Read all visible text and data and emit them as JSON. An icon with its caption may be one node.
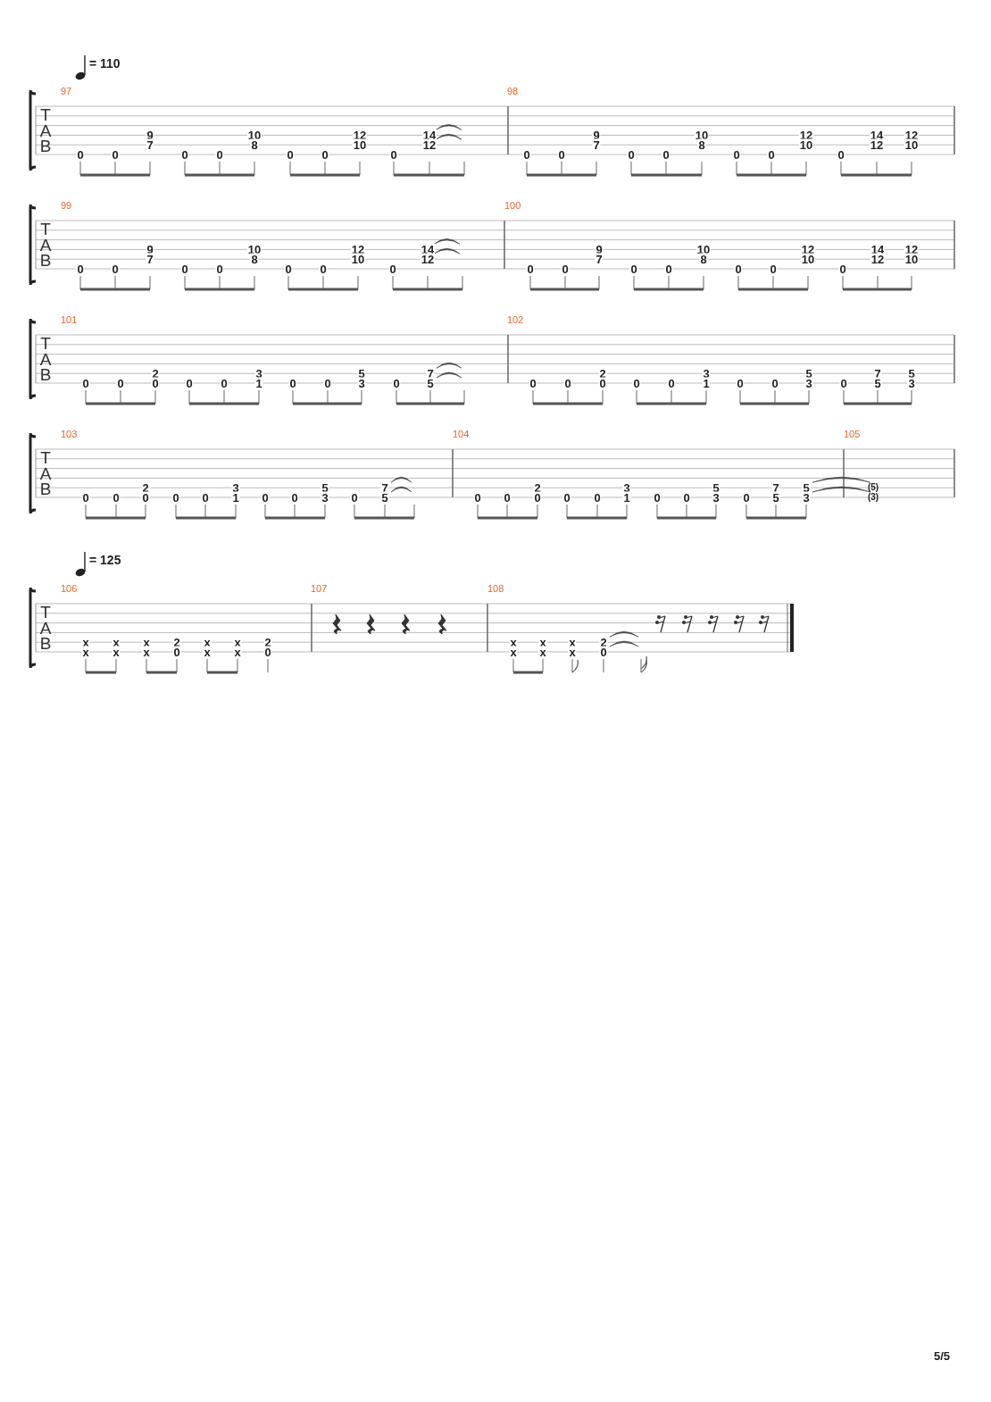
{
  "diagram": {
    "labels": [
      "= 110",
      "T",
      "A",
      "B",
      "97",
      "0",
      "0",
      "9",
      "7",
      "0",
      "0",
      "10",
      "8",
      "0",
      "0",
      "12",
      "10",
      "0",
      "14",
      "12",
      "98",
      "0",
      "0",
      "9",
      "7",
      "0",
      "0",
      "10",
      "8",
      "0",
      "0",
      "12",
      "10",
      "0",
      "14",
      "12",
      "12",
      "10",
      "T",
      "A",
      "B",
      "99",
      "0",
      "0",
      "9",
      "7",
      "0",
      "0",
      "10",
      "8",
      "0",
      "0",
      "12",
      "10",
      "0",
      "14",
      "12",
      "100",
      "0",
      "0",
      "9",
      "7",
      "0",
      "0",
      "10",
      "8",
      "0",
      "0",
      "12",
      "10",
      "0",
      "14",
      "12",
      "12",
      "10",
      "T",
      "A",
      "B",
      "101",
      "0",
      "0",
      "2",
      "0",
      "0",
      "0",
      "3",
      "1",
      "0",
      "0",
      "5",
      "3",
      "0",
      "7",
      "5",
      "102",
      "0",
      "0",
      "2",
      "0",
      "0",
      "0",
      "3",
      "1",
      "0",
      "0",
      "5",
      "3",
      "0",
      "7",
      "5",
      "5",
      "3",
      "T",
      "A",
      "B",
      "103",
      "0",
      "0",
      "2",
      "0",
      "0",
      "0",
      "3",
      "1",
      "0",
      "0",
      "5",
      "3",
      "0",
      "7",
      "5",
      "104",
      "0",
      "0",
      "2",
      "0",
      "0",
      "0",
      "3",
      "1",
      "0",
      "0",
      "5",
      "3",
      "0",
      "7",
      "5",
      "5",
      "3",
      "105",
      "(5)",
      "(3)",
      "= 125",
      "T",
      "A",
      "B",
      "106",
      "x",
      "x",
      "x",
      "x",
      "x",
      "x",
      "2",
      "0",
      "x",
      "x",
      "x",
      "x",
      "2",
      "0",
      "107",
      "108",
      "x",
      "x",
      "x",
      "x",
      "x",
      "x",
      "2",
      "0",
      "5/5"
    ]
  }
}
